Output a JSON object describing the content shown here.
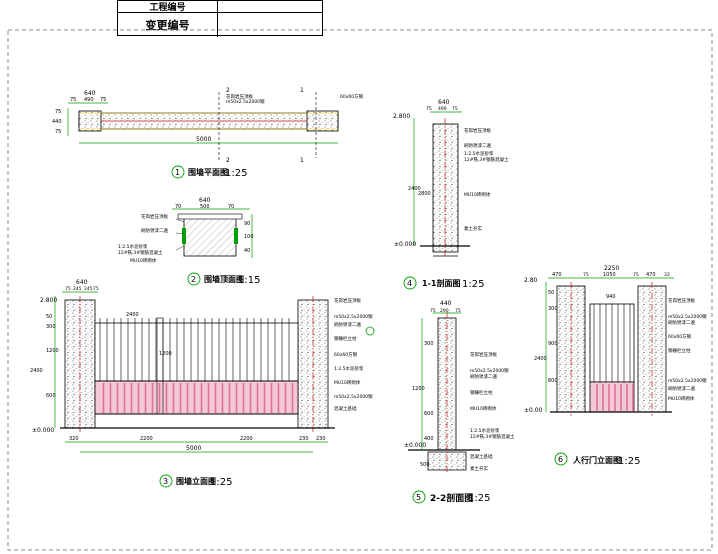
{
  "title_block": {
    "row1_label": "工程编号",
    "row2_label": "变更编号"
  },
  "views": [
    {
      "num": "1",
      "title": "围墙平面图",
      "scale": "1:25"
    },
    {
      "num": "2",
      "title": "围墙顶面图",
      "scale": "1:15"
    },
    {
      "num": "3",
      "title": "围墙立面图",
      "scale": "1:25"
    },
    {
      "num": "4",
      "title": "1-1剖面图",
      "scale": "1:25"
    },
    {
      "num": "5",
      "title": "2-2剖面图",
      "scale": "1:25"
    },
    {
      "num": "6",
      "title": "人行门立面图",
      "scale": "1:25"
    }
  ],
  "dims": {
    "plan_top": [
      "640",
      "490",
      "75",
      "75"
    ],
    "plan_left": [
      "75",
      "440",
      "75"
    ],
    "plan_total": "5000",
    "sec_marks": [
      "1",
      "1",
      "2",
      "2"
    ],
    "cap_top": [
      "640",
      "500",
      "70",
      "70"
    ],
    "cap_side": [
      "90",
      "100",
      "40"
    ],
    "elev_top": [
      "640",
      "75",
      "245",
      "245",
      "75"
    ],
    "elev_left": [
      "50",
      "300",
      "1200",
      "600",
      "2400"
    ],
    "elev_levels": [
      "2.800",
      "±0.000"
    ],
    "elev_bottom": [
      "320",
      "2200",
      "2200",
      "230",
      "230"
    ],
    "elev_total": "5000",
    "elev_gate": "1200",
    "s11_top": [
      "640",
      "75",
      "490",
      "75"
    ],
    "s11_levels": [
      "2.800",
      "±0.000"
    ],
    "s11_left": [
      "2400",
      "2800"
    ],
    "s22_top": [
      "440",
      "75",
      "290",
      "75"
    ],
    "s22_left": [
      "300",
      "1200",
      "600",
      "400"
    ],
    "s22_bottom": [
      "500"
    ],
    "s22_levels": [
      "±0.000"
    ],
    "door_top": [
      "2250",
      "470",
      "75",
      "1050",
      "75",
      "470",
      "33"
    ],
    "door_left": [
      "50",
      "300",
      "900",
      "2400",
      "600"
    ],
    "door_levels": [
      "2.80",
      "±0.00"
    ],
    "door_inner": "940"
  },
  "notes": {
    "wall_cap": "花岗岩压顶板",
    "coping": "m50x2.5x2000钢",
    "paint": "刷防锈漆二遍",
    "mix": "1:2.5水泥砂浆",
    "rebar": "12#铁,3#钢筋混凝土",
    "post": "60x60方钢",
    "grill": "钢栅栏立柱",
    "footing": "混凝土基础",
    "brick": "MU10砖砌体",
    "ground": "素土夯实"
  },
  "colors": {
    "outline": "#000000",
    "dimension": "#00a000",
    "section": "#d01010",
    "fill": "#e07090",
    "speckle": "#808080",
    "annot": "#ff0000"
  }
}
